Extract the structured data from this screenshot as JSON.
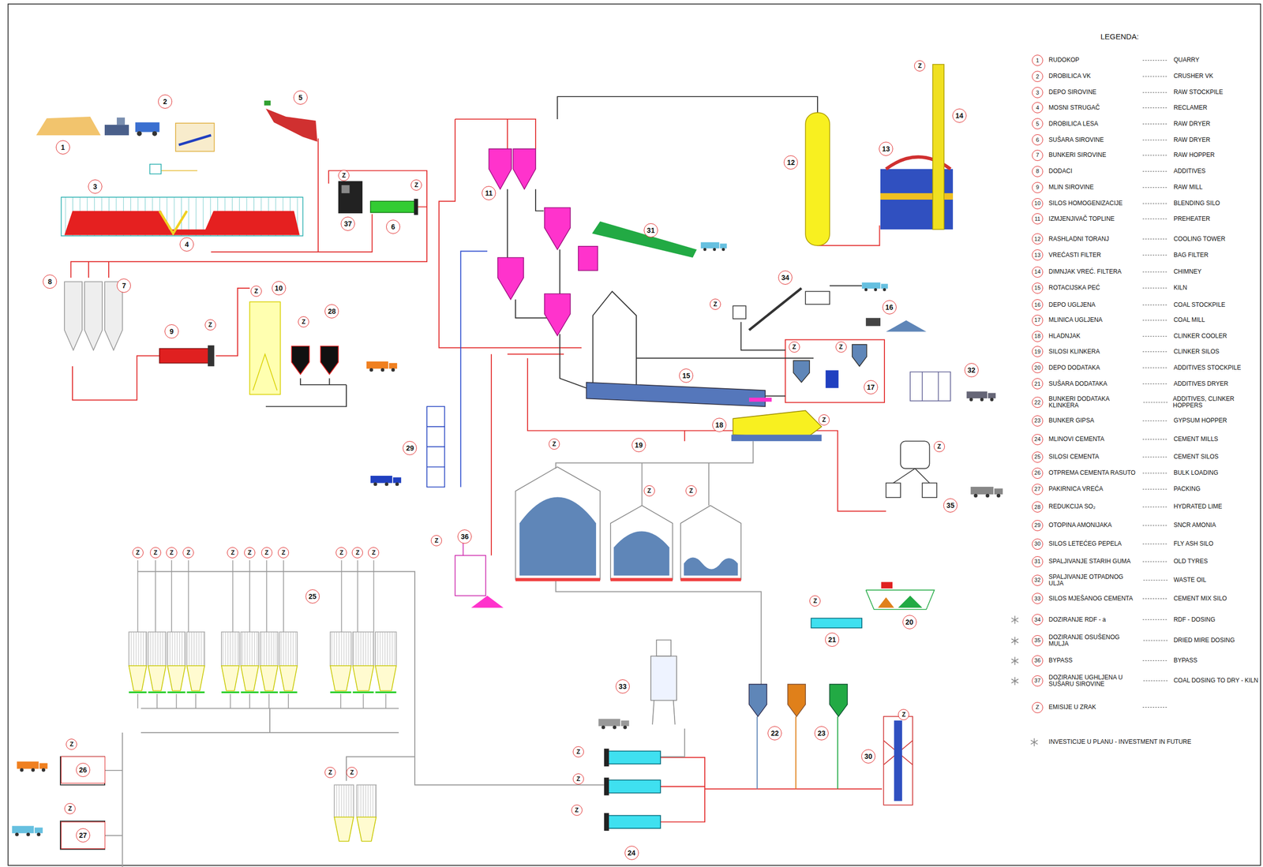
{
  "diagram": {
    "nodes": [
      {
        "text": [
          "1"
        ]
      },
      {
        "text": [
          "2"
        ]
      },
      {
        "text": [
          "3"
        ]
      },
      {
        "text": [
          "4"
        ]
      },
      {
        "text": [
          "5"
        ]
      },
      {
        "text": [
          "6"
        ]
      },
      {
        "text": [
          "7"
        ]
      },
      {
        "text": [
          "8"
        ]
      },
      {
        "text": [
          "9"
        ]
      },
      {
        "text": [
          "10"
        ]
      },
      {
        "text": [
          "11"
        ]
      },
      {
        "text": [
          "12"
        ]
      },
      {
        "text": [
          "13"
        ]
      },
      {
        "text": [
          "14"
        ]
      },
      {
        "text": [
          "15"
        ]
      },
      {
        "text": [
          "16"
        ]
      },
      {
        "text": [
          "17"
        ]
      },
      {
        "text": [
          "18"
        ]
      },
      {
        "text": [
          "19"
        ]
      },
      {
        "text": [
          "20"
        ]
      },
      {
        "text": [
          "21"
        ]
      },
      {
        "text": [
          "22"
        ]
      },
      {
        "text": [
          "23"
        ]
      },
      {
        "text": [
          "24"
        ]
      },
      {
        "text": [
          "25"
        ]
      },
      {
        "text": [
          "26"
        ]
      },
      {
        "text": [
          "27"
        ]
      },
      {
        "text": [
          "28"
        ]
      },
      {
        "text": [
          "29"
        ]
      },
      {
        "text": [
          "30"
        ]
      },
      {
        "text": [
          "31"
        ]
      },
      {
        "text": [
          "32"
        ]
      },
      {
        "text": [
          "33"
        ]
      },
      {
        "text": [
          "34"
        ]
      },
      {
        "text": [
          "35"
        ]
      },
      {
        "text": [
          "36"
        ]
      },
      {
        "text": [
          "37"
        ]
      }
    ],
    "labels": [
      "LEGENDA:",
      "1",
      "QUARRY",
      "2",
      "CRUSHER VK",
      "3",
      "RAW STOCKPILE",
      "4",
      "RECLAMER",
      "5",
      "RAW DRYER",
      "6",
      "RAW DRYER",
      "7",
      "RAW HOPPER",
      "8",
      "ADDITIVES",
      "9",
      "RAW MILL",
      "10",
      "BLENDING SILO",
      "11",
      "PREHEATER",
      "12",
      "COOLING TOWER",
      "13",
      "BAG FILTER",
      "14",
      "CHIMNEY",
      "15",
      "KILN",
      "16",
      "COAL STOCKPILE",
      "17",
      "COAL MILL",
      "18",
      "CLINKER COOLER",
      "19",
      "CLINKER SILOS",
      "20",
      "ADDITIVES STOCKPILE",
      "21",
      "ADDITIVES DRYER",
      "22",
      "ADDITIVES, CLINKER HOPPERS",
      "23",
      "GYPSUM HOPPER",
      "24",
      "CEMENT MILLS",
      "25",
      "CEMENT SILOS",
      "26",
      "BULK LOADING",
      "27",
      "PACKING",
      "28",
      "HYDRATED LIME",
      "29",
      "SNCR AMONIA",
      "30",
      "FLY ASH SILO",
      "31",
      "OLD TYRES",
      "32",
      "WASTE OIL",
      "33",
      "CEMENT MIX SILO",
      "34",
      "RDF - DOSING",
      "35",
      "DRIED MIRE DOSING",
      "36",
      "BYPASS",
      "37",
      "COAL DOSING TO DRY - KILN",
      "Z",
      "Z",
      "Z",
      "Z",
      "Z",
      "Z",
      "Z",
      "Z",
      "Z",
      "Z",
      "Z",
      "Z",
      "Z",
      "Z",
      "Z",
      "Z",
      "Z",
      "Z",
      "Z",
      "Z",
      "Z",
      "Z",
      "Z",
      "Z",
      "Z",
      "Z",
      "Z",
      "Z",
      "Z",
      "Z",
      "Z",
      "Z",
      "Z",
      "Z",
      "Z",
      "Z"
    ],
    "legend": [
      {
        "text": "RUDOKOP"
      },
      {
        "text": "DROBILICA VK"
      },
      {
        "text": "DEPO SIROVINE"
      },
      {
        "text": "MOSNI STRUGAČ"
      },
      {
        "text": "DROBILICA LESA"
      },
      {
        "text": "SUŠARA SIROVINE"
      },
      {
        "text": "BUNKERI SIROVINE"
      },
      {
        "text": "DODACI"
      },
      {
        "text": "MLIN SIROVINE"
      },
      {
        "text": "SILOS HOMOGENIZACIJE"
      },
      {
        "text": "IZMJENJIVAČ TOPLINE"
      },
      {
        "text": "RASHLADNI TORANJ"
      },
      {
        "text": "VREĆASTI FILTER"
      },
      {
        "text": "DIMNJAK VREĆ. FILTERA"
      },
      {
        "text": "ROTACIJSKA PEĆ"
      },
      {
        "text": "DEPO UGLJENA"
      },
      {
        "text": "MLINICA UGLJENA"
      },
      {
        "text": "HLADNJAK"
      },
      {
        "text": "SILOSI KLINKERA"
      },
      {
        "text": "DEPO DODATAKA"
      },
      {
        "text": "SUŠARA DODATAKA"
      },
      {
        "text": "BUNKERI DODATAKA KLINKERA"
      },
      {
        "text": "BUNKER GIPSA"
      },
      {
        "text": "MLINOVI CEMENTA"
      },
      {
        "text": "SILOSI CEMENTA"
      },
      {
        "text": "OTPREMA CEMENTA RASUTO"
      },
      {
        "text": "PAKIRNICA VREĆA"
      },
      {
        "text": "REDUKCIJA SO₂"
      },
      {
        "text": "OTOPINA AMONIJAKA"
      },
      {
        "text": "SILOS LETEĆEG PEPELA"
      },
      {
        "text": "SPALJIVANJE STARIH GUMA"
      },
      {
        "text": "SPALJIVANJE OTPADNOG ULJA"
      },
      {
        "text": "SILOS MJEŠANOG CEMENTA"
      },
      {
        "text": "DOZIRANJE RDF - a"
      },
      {
        "text": "DOZIRANJE OSUŠENOG MULJA"
      },
      {
        "text": "BYPASS"
      },
      {
        "text": "DOZIRANJE UGHLJENA U SUŠARU SIROVINE"
      },
      {
        "text": "EMISIJE U ZRAK"
      },
      {
        "text": "INVESTICIJE U PLANU  - INVESTMENT IN FUTURE"
      }
    ]
  }
}
